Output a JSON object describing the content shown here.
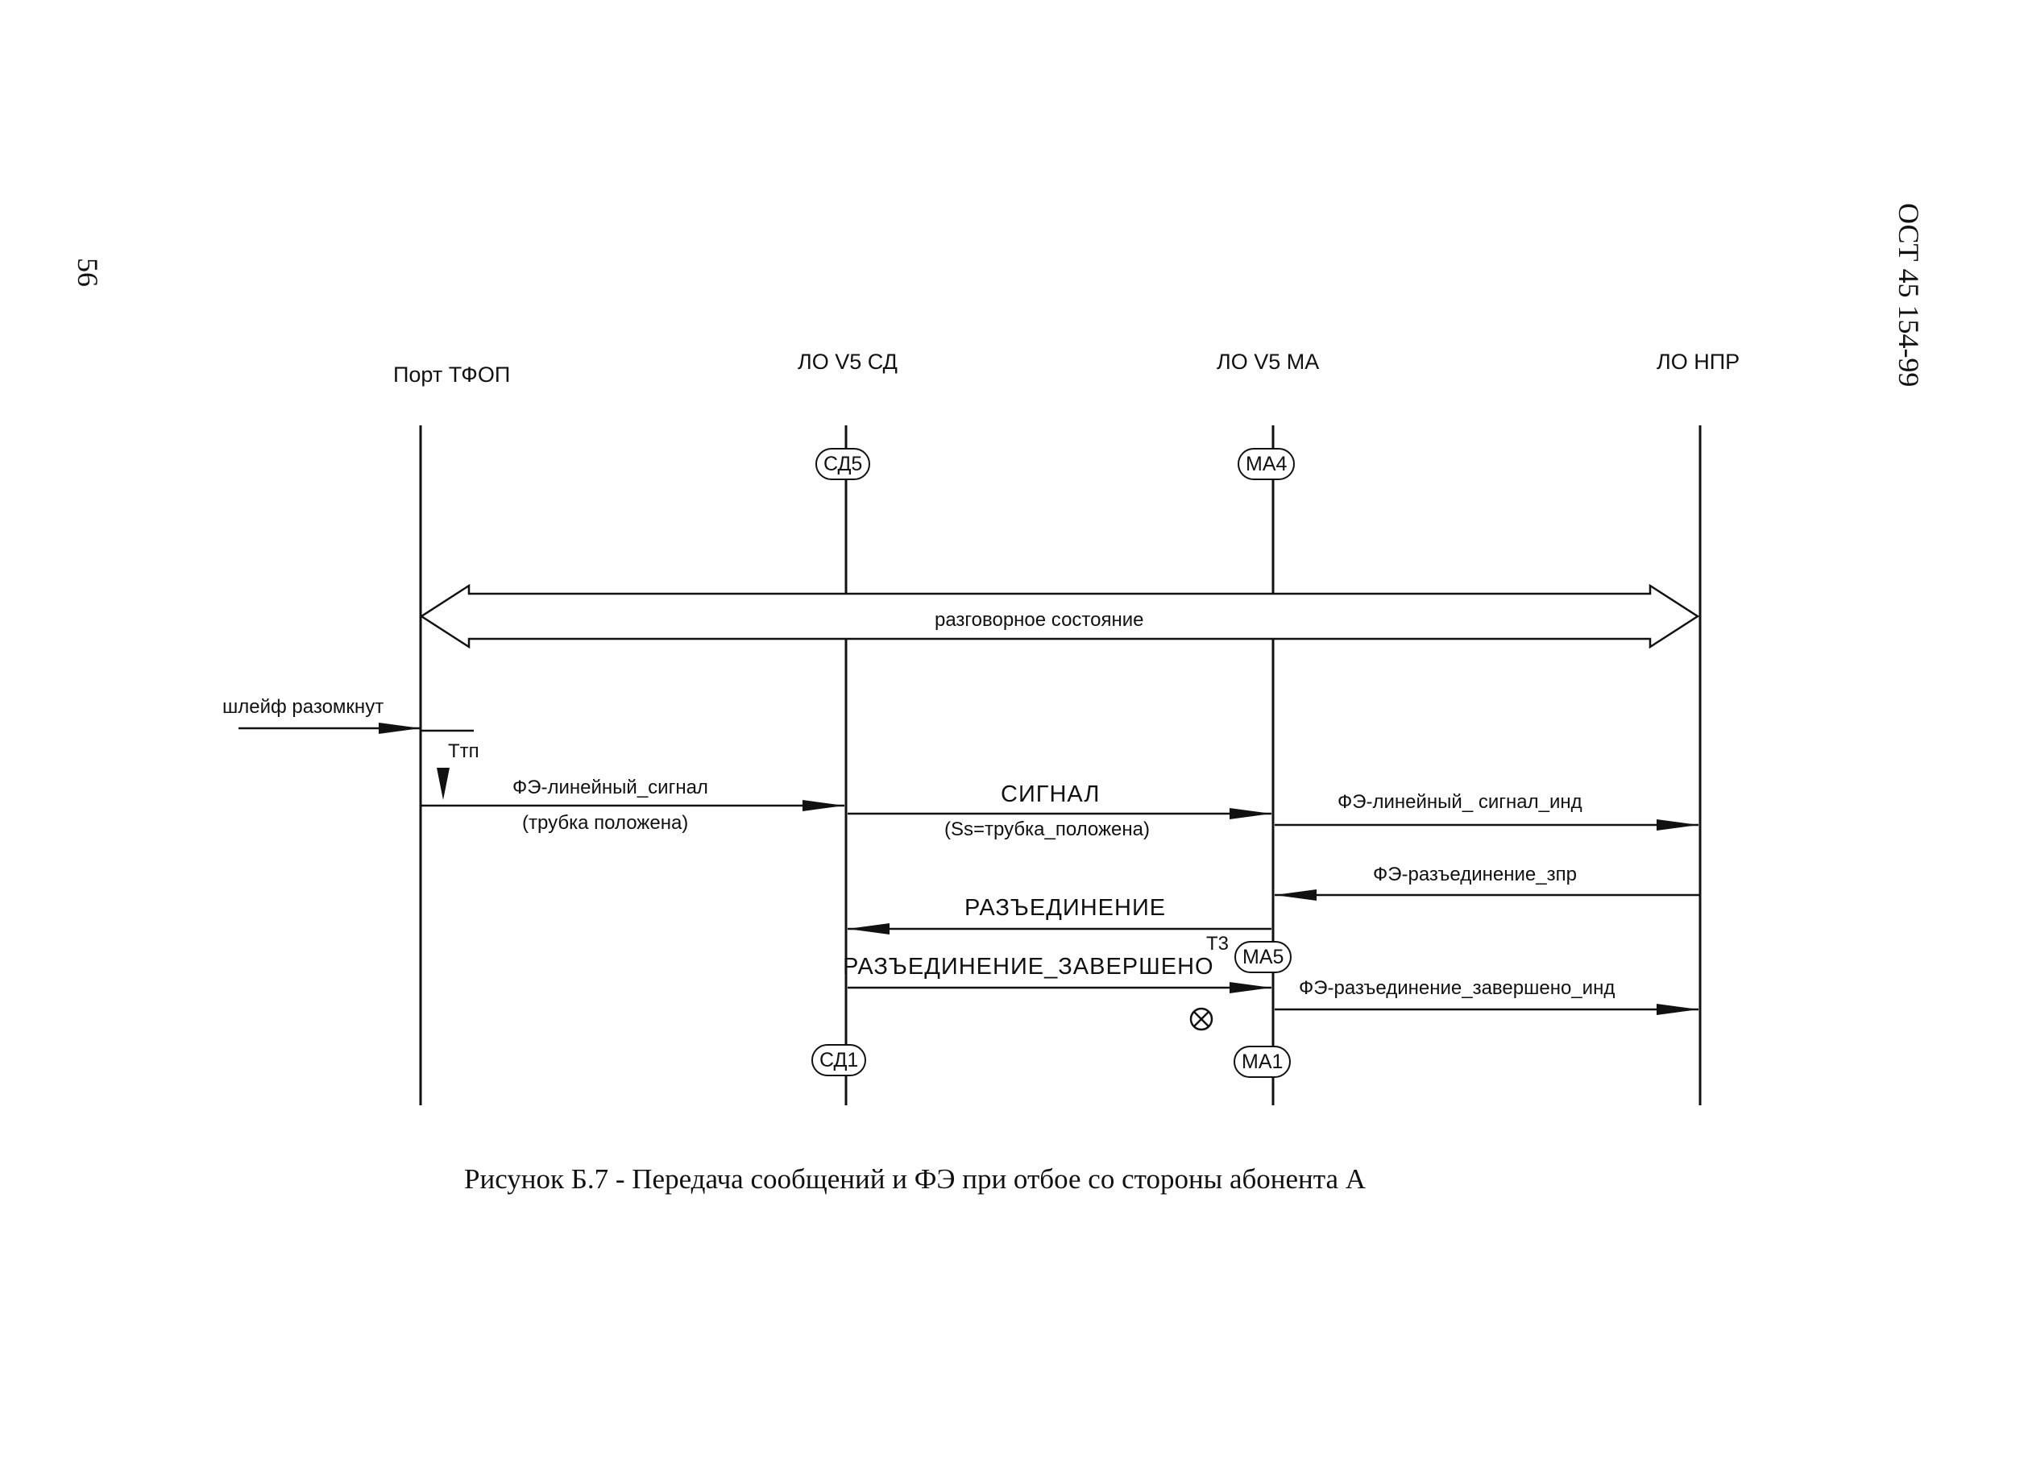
{
  "page": {
    "number": "56",
    "standard": "ОСТ 45 154-99",
    "caption": "Рисунок Б.7 - Передача сообщений и ФЭ при отбое со стороны абонента А"
  },
  "entities": [
    "Порт ТФОП",
    "ЛО V5 СД",
    "ЛО V5 МА",
    "ЛО НПР"
  ],
  "states": {
    "sd5": "СД5",
    "ma4": "МА4",
    "ma5": "МА5",
    "sd1": "СД1",
    "ma1": "МА1"
  },
  "conversation": "разговорное состояние",
  "loop_open": "шлейф разомкнут",
  "timers": {
    "ttp": "Ттп",
    "t3": "Т3"
  },
  "messages": {
    "fe_line_signal": "ФЭ-линейный_сигнал",
    "fe_line_signal_param": "(трубка положена)",
    "signal": "СИГНАЛ",
    "signal_param": "(Ss=трубка_положена)",
    "fe_line_signal_ind": "ФЭ-линейный_ сигнал_инд",
    "fe_disconnect_req": "ФЭ-разъединение_зпр",
    "disconnect": "РАЗЪЕДИНЕНИЕ",
    "disconnect_complete": "РАЗЪЕДИНЕНИЕ_ЗАВЕРШЕНО",
    "fe_disconnect_complete_ind": "ФЭ-разъединение_завершено_инд"
  },
  "icons": {
    "timer_stop": "circled-times-icon"
  }
}
